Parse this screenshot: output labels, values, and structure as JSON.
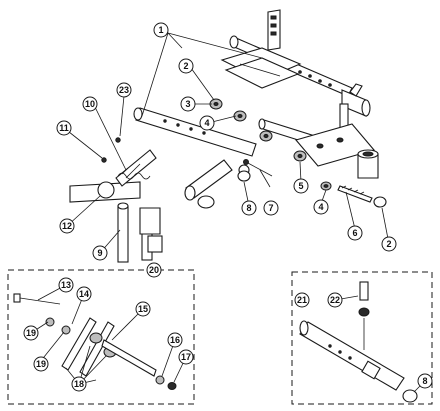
{
  "callouts": {
    "c1": "1",
    "c2a": "2",
    "c2b": "2",
    "c3": "3",
    "c4a": "4",
    "c4b": "4",
    "c5": "5",
    "c6": "6",
    "c7": "7",
    "c8a": "8",
    "c8b": "8",
    "c9": "9",
    "c10": "10",
    "c11": "11",
    "c12": "12",
    "c13": "13",
    "c14": "14",
    "c15": "15",
    "c16": "16",
    "c17": "17",
    "c18": "18",
    "c19a": "19",
    "c19b": "19",
    "c20": "20",
    "c21": "21",
    "c22": "22",
    "c23": "23"
  }
}
